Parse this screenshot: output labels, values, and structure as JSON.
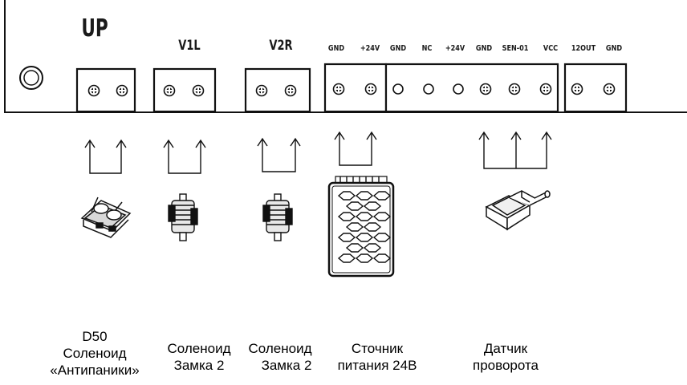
{
  "board": {
    "labels": {
      "up": "UP",
      "v1l": "V1L",
      "v2r": "V2R",
      "gnd1": "GND",
      "p24v1": "+24V",
      "gnd2": "GND",
      "nc": "NC",
      "p24v2": "+24V",
      "gnd3": "GND",
      "sen01": "SEN-01",
      "vcc": "VCC",
      "out12": "12OUT",
      "gnd4": "GND"
    }
  },
  "devices": [
    {
      "id": "d50",
      "lines": [
        "D50",
        "Соленоид",
        "«Антипаники»"
      ],
      "icon": "solenoid-antipanic-icon"
    },
    {
      "id": "lock-solenoid-left",
      "lines": [
        "Соленоид",
        "Замка 2"
      ],
      "icon": "solenoid-coil-icon"
    },
    {
      "id": "lock-solenoid-right",
      "lines": [
        "Соленоид",
        "Замка 2"
      ],
      "icon": "solenoid-coil-icon"
    },
    {
      "id": "power",
      "lines": [
        "Сточник",
        "питания 24В"
      ],
      "icon": "power-supply-icon"
    },
    {
      "id": "sensor",
      "lines": [
        "Датчик",
        "проворота"
      ],
      "icon": "rotation-sensor-icon"
    }
  ]
}
